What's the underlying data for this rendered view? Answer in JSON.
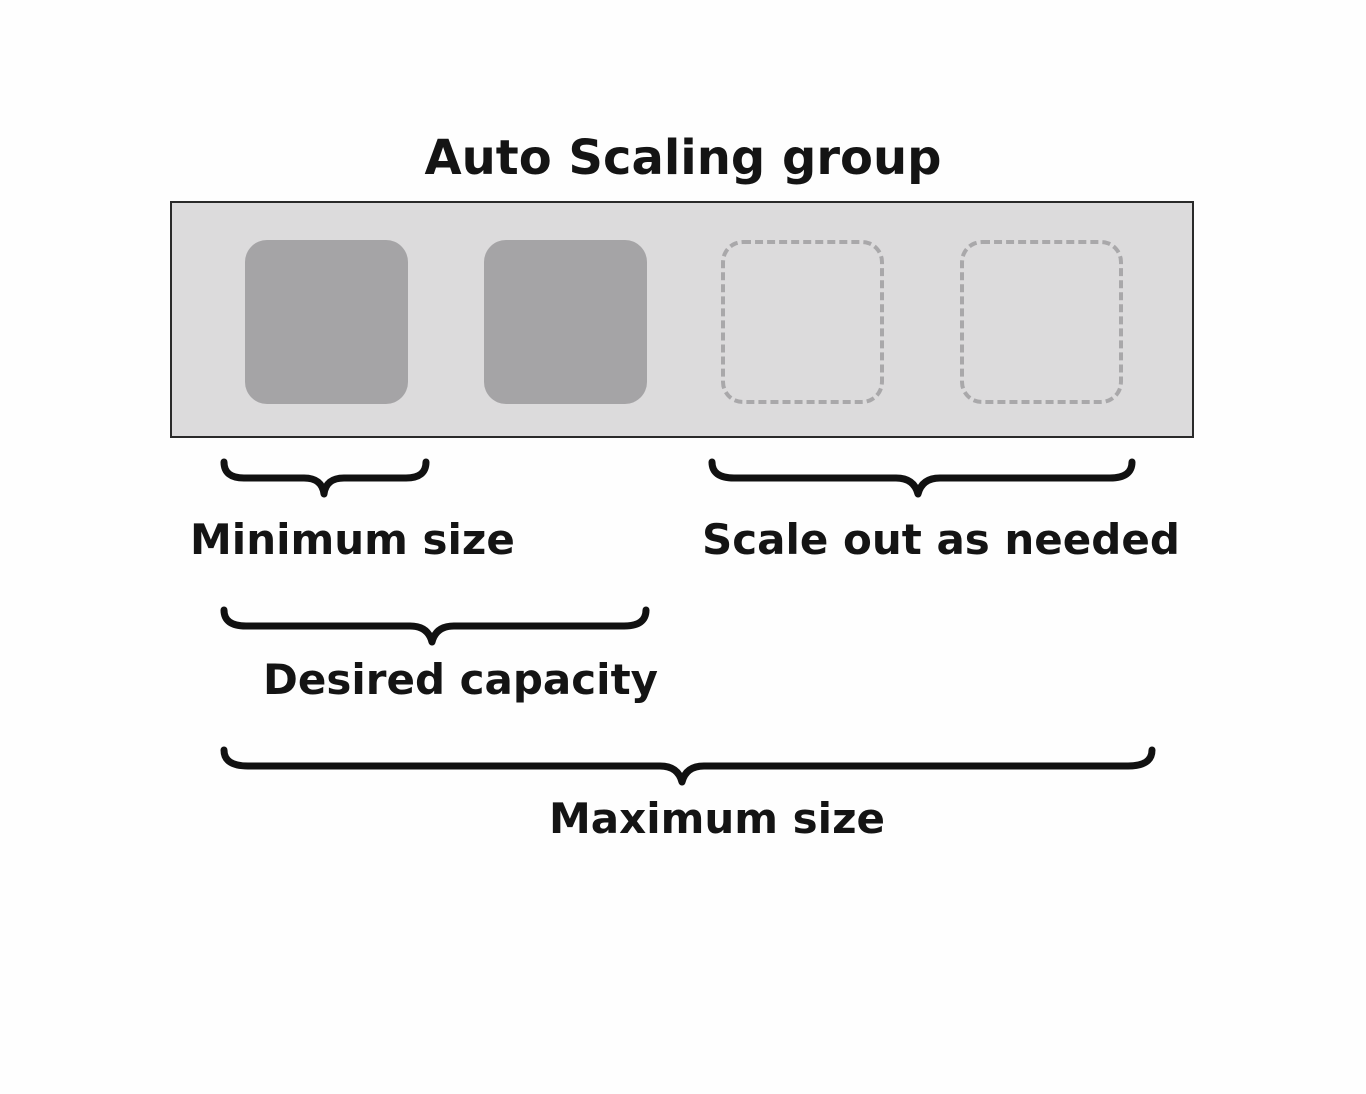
{
  "diagram": {
    "title": "Auto Scaling group",
    "instances": [
      {
        "state": "running"
      },
      {
        "state": "running"
      },
      {
        "state": "potential"
      },
      {
        "state": "potential"
      }
    ],
    "labels": {
      "minimum_size": "Minimum size",
      "scale_out": "Scale out as needed",
      "desired_capacity": "Desired capacity",
      "maximum_size": "Maximum size"
    },
    "colors": {
      "group_fill": "#dcdbdc",
      "running_instance": "#a5a4a6",
      "potential_instance_border": "#a9a8aa",
      "text": "#141414"
    }
  }
}
